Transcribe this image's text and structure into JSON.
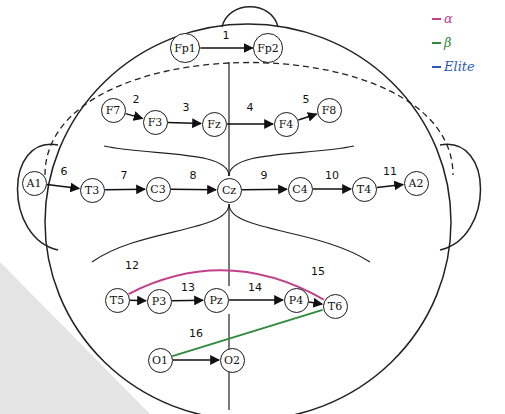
{
  "diagram": {
    "nodes": [
      {
        "text": [
          "Fp1"
        ]
      },
      {
        "text": [
          "Fp2"
        ]
      },
      {
        "text": [
          "F7"
        ]
      },
      {
        "text": [
          "F3"
        ]
      },
      {
        "text": [
          "Fz"
        ]
      },
      {
        "text": [
          "F4"
        ]
      },
      {
        "text": [
          "F8"
        ]
      },
      {
        "text": [
          "A1"
        ]
      },
      {
        "text": [
          "T3"
        ]
      },
      {
        "text": [
          "C3"
        ]
      },
      {
        "text": [
          "Cz"
        ]
      },
      {
        "text": [
          "C4"
        ]
      },
      {
        "text": [
          "T4"
        ]
      },
      {
        "text": [
          "A2"
        ]
      },
      {
        "text": [
          "T5"
        ]
      },
      {
        "text": [
          "P3"
        ]
      },
      {
        "text": [
          "Pz"
        ]
      },
      {
        "text": [
          "P4"
        ]
      },
      {
        "text": [
          "T6"
        ]
      },
      {
        "text": [
          "O1"
        ]
      },
      {
        "text": [
          "O2"
        ]
      }
    ],
    "edges": [
      {
        "from": 0,
        "to": 1,
        "label": "1",
        "arrow": "to"
      },
      {
        "from": 2,
        "to": 3,
        "label": "2",
        "arrow": "to"
      },
      {
        "from": 3,
        "to": 4,
        "label": "3",
        "arrow": "to"
      },
      {
        "from": 4,
        "to": 5,
        "label": "4",
        "arrow": "to"
      },
      {
        "from": 5,
        "to": 6,
        "label": "5",
        "arrow": "to"
      },
      {
        "from": 7,
        "to": 8,
        "label": "6",
        "arrow": "to"
      },
      {
        "from": 8,
        "to": 9,
        "label": "7",
        "arrow": "to"
      },
      {
        "from": 9,
        "to": 10,
        "label": "8",
        "arrow": "to"
      },
      {
        "from": 10,
        "to": 11,
        "label": "9",
        "arrow": "to"
      },
      {
        "from": 11,
        "to": 12,
        "label": "10",
        "arrow": "to"
      },
      {
        "from": 12,
        "to": 13,
        "label": "11",
        "arrow": "to"
      },
      {
        "from": 14,
        "to": 15,
        "label": "12",
        "arrow": "to"
      },
      {
        "from": 15,
        "to": 16,
        "label": "13",
        "arrow": "to"
      },
      {
        "from": 16,
        "to": 17,
        "label": "14",
        "arrow": "to"
      },
      {
        "from": 17,
        "to": 18,
        "label": "15",
        "arrow": "to"
      },
      {
        "from": 19,
        "to": 20,
        "label": "16",
        "arrow": "to"
      },
      {
        "from": 14,
        "to": 18,
        "arrow": "none"
      },
      {
        "from": 19,
        "to": 18,
        "arrow": "none"
      }
    ],
    "legend": [
      {
        "text": "α",
        "color": "#c2408a"
      },
      {
        "text": "β",
        "color": "#2e8b3a"
      },
      {
        "text": "Elite",
        "color": "#2a5bb5"
      }
    ]
  }
}
